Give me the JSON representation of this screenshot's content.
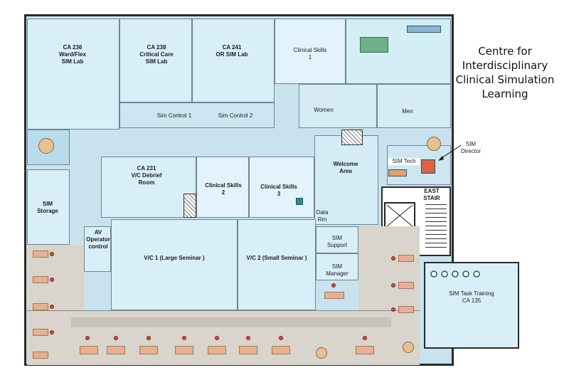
{
  "title": {
    "line1": "Centre for",
    "line2": "Interdisciplinary",
    "line3": "Clinical Simulation",
    "line4": "Learning"
  },
  "rooms": {
    "ca236": {
      "l1": "CA 236",
      "l2": "Ward/Flex",
      "l3": "SIM Lab"
    },
    "ca238": {
      "l1": "CA 238",
      "l2": "Critical Care",
      "l3": "SIM Lab"
    },
    "ca241": {
      "l1": "CA 241",
      "l2": "OR SIM Lab"
    },
    "clinical1": {
      "l1": "Clinical Skills",
      "l2": "1"
    },
    "simcontrol1": "Sim Control 1",
    "simcontrol2": "Sim Control 2",
    "women": "Women",
    "men": "Men",
    "simdirector": {
      "l1": "SIM",
      "l2": "Director"
    },
    "welcome": {
      "l1": "Welcome",
      "l2": "Area"
    },
    "simtech": "SIM Tech",
    "ca231": {
      "l1": "CA 231",
      "l2": "V/C Debrief",
      "l3": "Room"
    },
    "clinical2": {
      "l1": "Clinical Skills",
      "l2": "2"
    },
    "clinical3": {
      "l1": "Clinical Skills",
      "l2": "3"
    },
    "eaststair": {
      "l1": "EAST",
      "l2": "STAIR"
    },
    "simstorage": {
      "l1": "SIM",
      "l2": "Storage"
    },
    "datarm": {
      "l1": "Data",
      "l2": "Rm"
    },
    "simsupport": {
      "l1": "SIM",
      "l2": "Support"
    },
    "simmanager": {
      "l1": "SIM",
      "l2": "Manager"
    },
    "avoperator": {
      "l1": "AV",
      "l2": "Operator",
      "l3": "control"
    },
    "vc1": "V/C 1 (Large Seminar )",
    "vc2": "V/C 2 (Small Seminar )",
    "tasktraining": {
      "l1": "SIM Task Training",
      "l2": "CA 135"
    }
  },
  "colors": {
    "room_fill": "#d8eef8",
    "corridor_fill": "#bfdbe8",
    "office_fill": "#d9d4cc",
    "wall": "#2a2a2a"
  }
}
